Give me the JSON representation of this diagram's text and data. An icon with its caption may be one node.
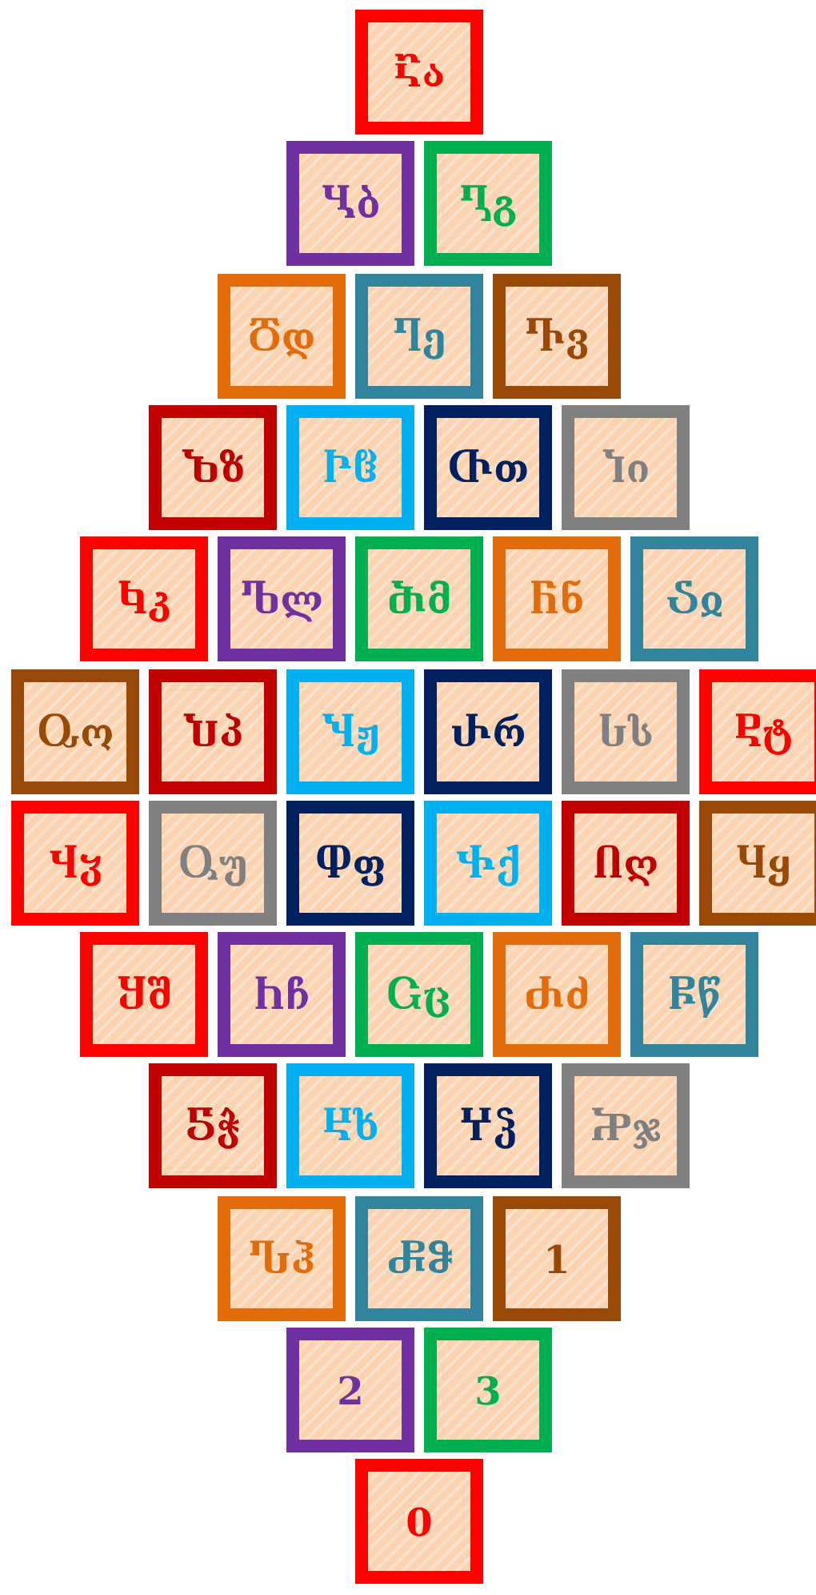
{
  "diagram": {
    "nodes": [
      {
        "text": [
          "Ⴀა"
        ]
      },
      {
        "text": [
          "Ⴁბ"
        ]
      },
      {
        "text": [
          "Ⴂგ"
        ]
      },
      {
        "text": [
          "Ⴃდ"
        ]
      },
      {
        "text": [
          "Ⴄე"
        ]
      },
      {
        "text": [
          "Ⴅვ"
        ]
      },
      {
        "text": [
          "Ⴆზ"
        ]
      },
      {
        "text": [
          "Ⴡჱ"
        ]
      },
      {
        "text": [
          "Ⴇთ"
        ]
      },
      {
        "text": [
          "Ⴈი"
        ]
      },
      {
        "text": [
          "Ⴉკ"
        ]
      },
      {
        "text": [
          "Ⴊლ"
        ]
      },
      {
        "text": [
          "Ⴋმ"
        ]
      },
      {
        "text": [
          "Ⴌნ"
        ]
      },
      {
        "text": [
          "Ⴢჲ"
        ]
      },
      {
        "text": [
          "Ⴍო"
        ]
      },
      {
        "text": [
          "Ⴎპ"
        ]
      },
      {
        "text": [
          "Ⴏჟ"
        ]
      },
      {
        "text": [
          "Ⴐრ"
        ]
      },
      {
        "text": [
          "Ⴑს"
        ]
      },
      {
        "text": [
          "Ⴒტ"
        ]
      },
      {
        "text": [
          "Ⴣჳ"
        ]
      },
      {
        "text": [
          "Ⴓუ"
        ]
      },
      {
        "text": [
          "Ⴔფ"
        ]
      },
      {
        "text": [
          "Ⴕქ"
        ]
      },
      {
        "text": [
          "Ⴖღ"
        ]
      },
      {
        "text": [
          "Ⴗყ"
        ]
      },
      {
        "text": [
          "Ⴘშ"
        ]
      },
      {
        "text": [
          "Ⴙჩ"
        ]
      },
      {
        "text": [
          "Ⴚც"
        ]
      },
      {
        "text": [
          "Ⴛძ"
        ]
      },
      {
        "text": [
          "Ⴜწ"
        ]
      },
      {
        "text": [
          "Ⴝჭ"
        ]
      },
      {
        "text": [
          "Ⴞხ"
        ]
      },
      {
        "text": [
          "Ⴤჴ"
        ]
      },
      {
        "text": [
          "Ⴟჯ"
        ]
      },
      {
        "text": [
          "Ⴠჰ"
        ]
      },
      {
        "text": [
          "Ⴥჵ"
        ]
      },
      {
        "text": [
          "1"
        ]
      },
      {
        "text": [
          "2"
        ]
      },
      {
        "text": [
          "3"
        ]
      },
      {
        "text": [
          "0"
        ]
      }
    ]
  }
}
